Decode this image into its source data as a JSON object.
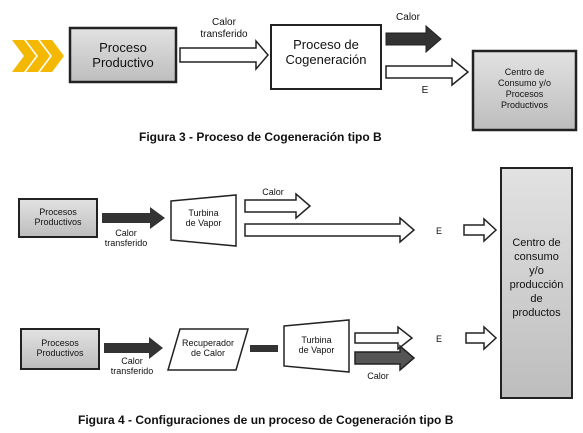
{
  "figure3": {
    "caption": "Figura 3 - Proceso de Cogeneración tipo B",
    "proceso_productivo": [
      "Proceso",
      "Productivo"
    ],
    "calor_transferido": [
      "Calor",
      "transferido"
    ],
    "proceso_cogeneracion": [
      "Proceso de",
      "Cogeneración"
    ],
    "calor": "Calor",
    "e": "E",
    "centro_consumo": [
      "Centro de",
      "Consumo y/o",
      "Procesos",
      "Productivos"
    ]
  },
  "figure4": {
    "caption": "Figura 4 - Configuraciones de un proceso de Cogeneración tipo B",
    "top_procesos": [
      "Procesos",
      "Productivos"
    ],
    "top_calor_transferido": [
      "Calor",
      "transferido"
    ],
    "turbina_top": [
      "Turbina",
      "de Vapor"
    ],
    "calor_top": "Calor",
    "e_top": "E",
    "bottom_procesos": [
      "Procesos",
      "Productivos"
    ],
    "bottom_calor_transferido": [
      "Calor",
      "transferido"
    ],
    "recuperador": [
      "Recuperador",
      "de Calor"
    ],
    "turbina_bottom": [
      "Turbina",
      "de Vapor"
    ],
    "e_bottom": "E",
    "calor_bottom": "Calor",
    "centro_consumo": [
      "Centro de",
      "consumo",
      "y/o",
      "producción",
      "de",
      "productos"
    ]
  },
  "colors": {
    "box_fill": "#c8c8c8",
    "box_light": "#ffffff",
    "chevron": "#f5b800",
    "arrow_dark": "#333333"
  }
}
